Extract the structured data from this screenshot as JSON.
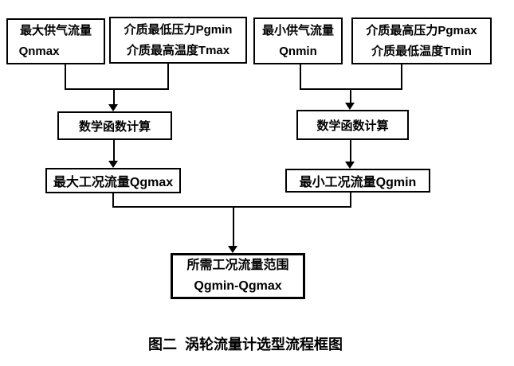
{
  "diagram": {
    "colors": {
      "background": "#ffffff",
      "line": "#000000",
      "text": "#000000"
    },
    "nodes": {
      "qnmax": {
        "line1": "最大供气流量",
        "line2": "Qnmax"
      },
      "pgmin_tmax": {
        "line1": "介质最低压力Pgmin",
        "line2": "介质最高温度Tmax"
      },
      "qnmin": {
        "line1": "最小供气流量",
        "line2": "Qnmin"
      },
      "pgmax_tmin": {
        "line1": "介质最高压力Pgmax",
        "line2": "介质最低温度Tmin"
      },
      "calc_left": "数学函数计算",
      "calc_right": "数学函数计算",
      "qgmax": "最大工况流量Qgmax",
      "qgmin": "最小工况流量Qgmin",
      "result": {
        "line1": "所需工况流量范围",
        "line2": "Qgmin-Qgmax"
      }
    },
    "caption": "图二  涡轮流量计选型流程框图"
  }
}
